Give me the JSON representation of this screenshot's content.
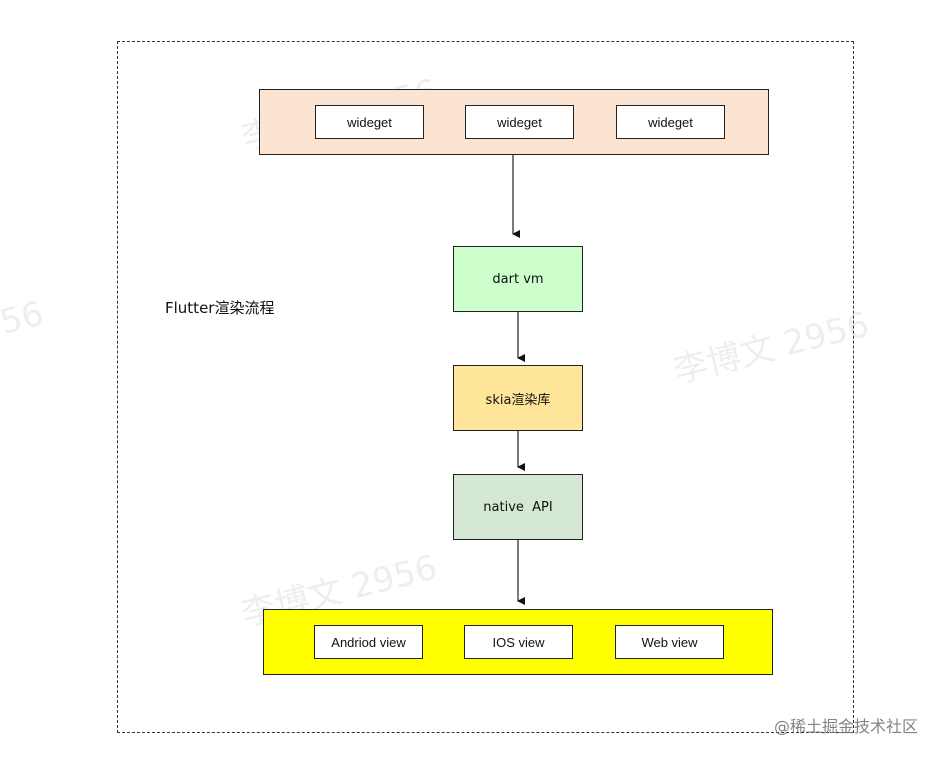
{
  "diagram": {
    "title": "Flutter渲染流程",
    "top_band": {
      "cells": [
        "wideget",
        "wideget",
        "wideget"
      ]
    },
    "nodes": {
      "dart_vm": "dart vm",
      "skia": "skia渲染库",
      "native_api": "native  API"
    },
    "bottom_band": {
      "cells": [
        "Andriod view",
        "IOS view",
        "Web view"
      ]
    },
    "colors": {
      "top_band": "#fce4d3",
      "dart_vm": "#ccffcc",
      "skia": "#ffe599",
      "native_api": "#d5e8d4",
      "bottom_band": "#ffff00"
    }
  },
  "watermarks": {
    "author": "李博文 2956",
    "partial": "56",
    "footer": "@稀土掘金技术社区"
  }
}
